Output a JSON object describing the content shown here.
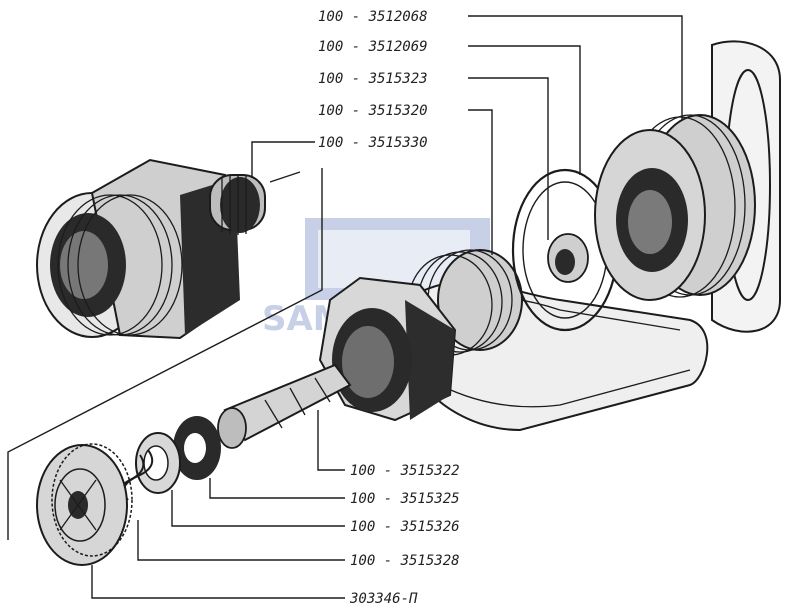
{
  "parts": [
    {
      "id": "p1",
      "number": "100 - 3512068"
    },
    {
      "id": "p2",
      "number": "100 - 3512069"
    },
    {
      "id": "p3",
      "number": "100 - 3515323"
    },
    {
      "id": "p4",
      "number": "100 - 3515320"
    },
    {
      "id": "p5",
      "number": "100 - 3515330"
    },
    {
      "id": "p6",
      "number": "100 - 3515322"
    },
    {
      "id": "p7",
      "number": "100 - 3515325"
    },
    {
      "id": "p8",
      "number": "100 - 3515326"
    },
    {
      "id": "p9",
      "number": "100 - 3515328"
    },
    {
      "id": "p10",
      "number": "303346-П"
    }
  ],
  "watermark": "SAMTEL",
  "colors": {
    "ink": "#1c1c1c",
    "watermark": "#3b5aa8"
  }
}
